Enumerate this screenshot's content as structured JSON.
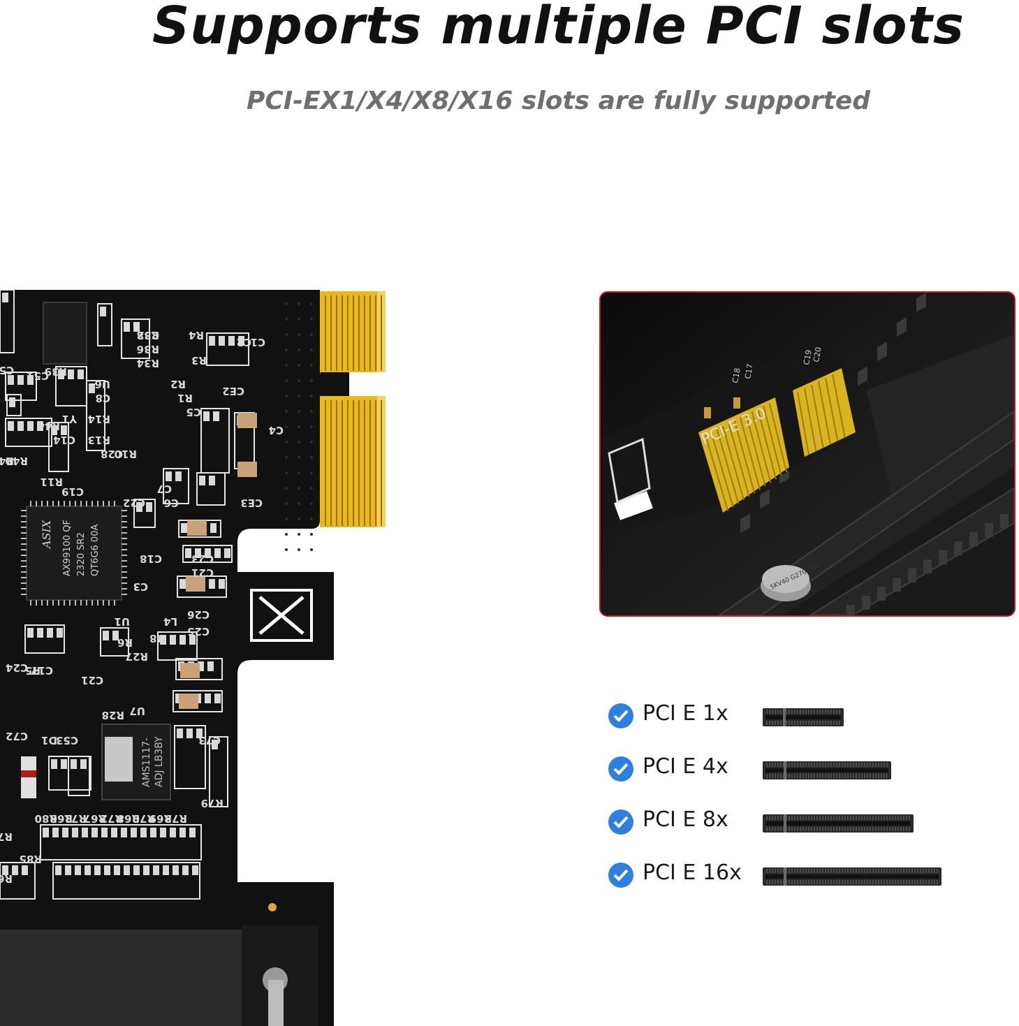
{
  "header": {
    "title": "Supports multiple PCI slots",
    "subtitle": "PCI-EX1/X4/X8/X16 slots are fully supported"
  },
  "pcb": {
    "chip_main": "AX99100 QF",
    "chip_line2": "2320 SR2",
    "chip_line3": "QT6G6 00A",
    "chip_brand": "ASIX",
    "regulator": "AMS1117-",
    "regulator_line2": "ADJ LB3BY",
    "labels": [
      "R38",
      "R36",
      "R34",
      "R4",
      "R3",
      "C2",
      "C1",
      "R39",
      "U6",
      "C8",
      "R14",
      "R13",
      "C28",
      "R10",
      "R2",
      "R1",
      "C5",
      "C4",
      "CE2",
      "CE3",
      "R44",
      "C14",
      "R43",
      "R40",
      "R11",
      "C19",
      "C22",
      "C7",
      "C6",
      "C3",
      "C18",
      "C23",
      "C21",
      "C26",
      "C25",
      "U1",
      "L4",
      "R6",
      "R8",
      "R27",
      "C24",
      "R5",
      "C17",
      "C21",
      "R28",
      "U7",
      "C72",
      "D1",
      "C53",
      "C73",
      "R79",
      "R80",
      "R66",
      "R71",
      "R67",
      "R72",
      "R68",
      "R70",
      "R69",
      "R73",
      "R74",
      "R65",
      "R85",
      "C54",
      "C51",
      "Y1",
      "C52"
    ]
  },
  "photo": {
    "card_label": "PCI-E 3.0",
    "caps": [
      "C20",
      "C19",
      "C18",
      "C17"
    ],
    "capacitor": "5KV40 G270 16V"
  },
  "slots": [
    {
      "label": "PCI E 1x",
      "length": 1
    },
    {
      "label": "PCI E 4x",
      "length": 4
    },
    {
      "label": "PCI E 8x",
      "length": 8
    },
    {
      "label": "PCI E 16x",
      "length": 16
    }
  ],
  "colors": {
    "check_blue": "#2f7fe0",
    "photo_border": "#c81a22",
    "pcb_black": "#101010",
    "gold": "#e9b81b"
  }
}
